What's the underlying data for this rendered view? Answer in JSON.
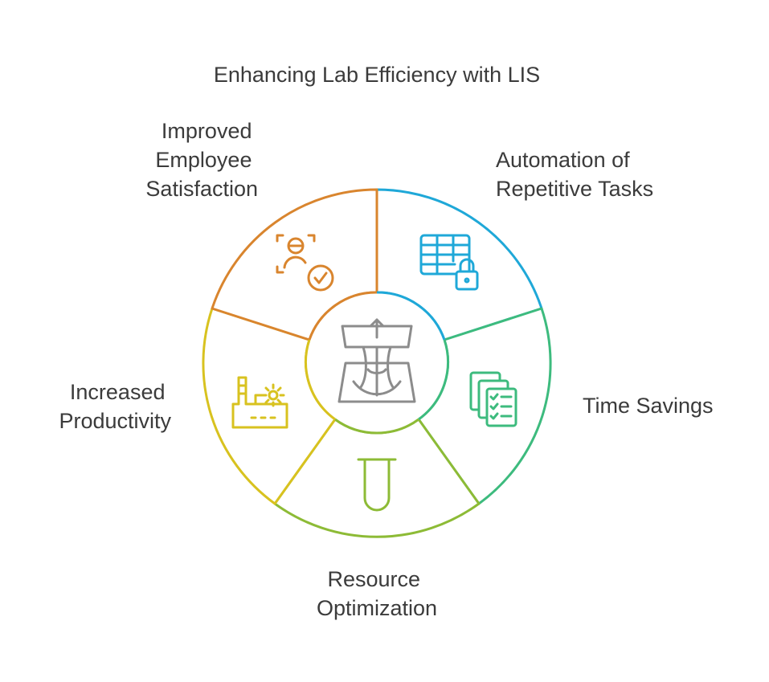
{
  "title": "Enhancing Lab Efficiency with LIS",
  "center": {
    "icon": "lab-apparatus-icon",
    "color": "#8c8c8c"
  },
  "segments": [
    {
      "id": "automation",
      "lines": [
        "Automation of",
        "Repetitive Tasks"
      ],
      "color": "#1fa8d8",
      "icon": "locked-table-icon"
    },
    {
      "id": "time-savings",
      "lines": [
        "Time Savings"
      ],
      "color": "#3dbb7e",
      "icon": "checklist-documents-icon"
    },
    {
      "id": "resource-optimization",
      "lines": [
        "Resource",
        "Optimization"
      ],
      "color": "#8dbb36",
      "icon": "test-tube-icon"
    },
    {
      "id": "increased-productivity",
      "lines": [
        "Increased",
        "Productivity"
      ],
      "color": "#d8c21f",
      "icon": "factory-gear-icon"
    },
    {
      "id": "employee-satisfaction",
      "lines": [
        "Improved",
        "Employee",
        "Satisfaction"
      ],
      "color": "#d9852e",
      "icon": "person-check-icon"
    }
  ]
}
